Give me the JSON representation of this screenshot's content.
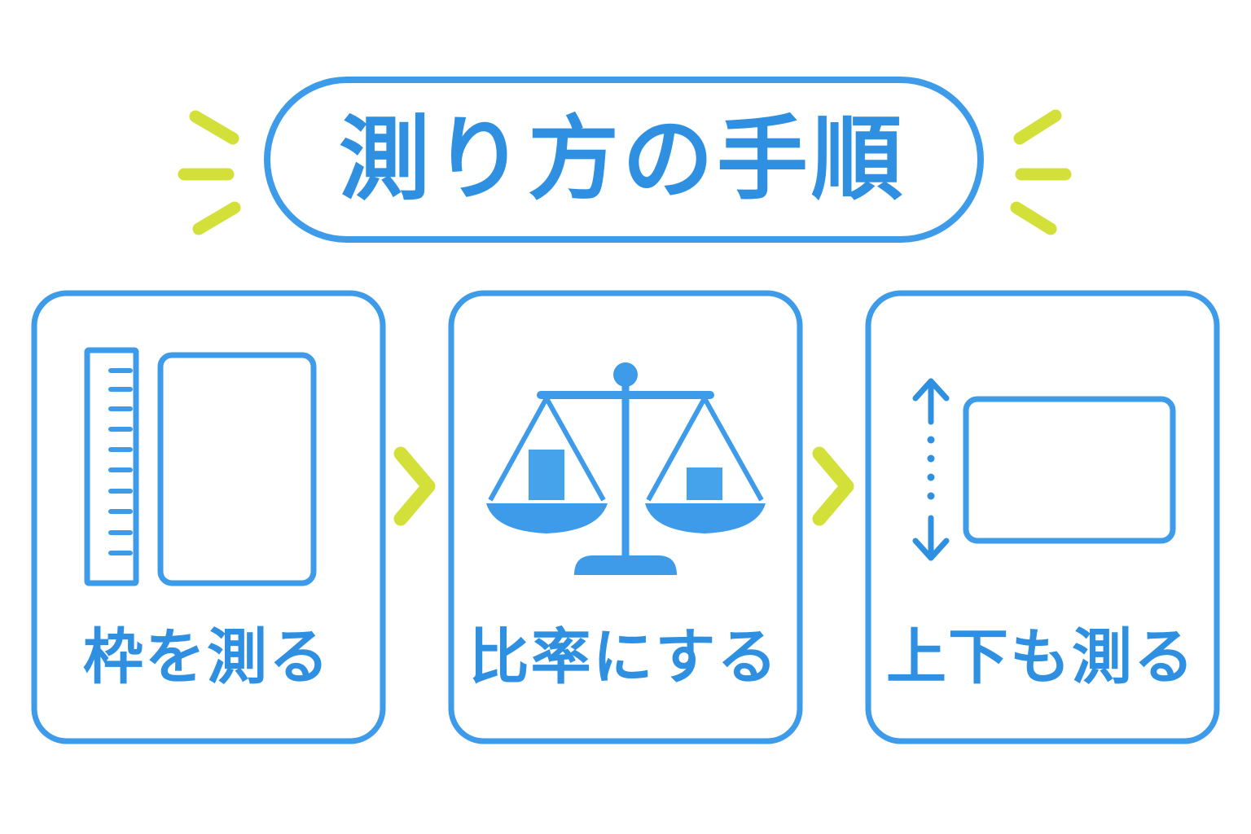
{
  "title": "測り方の手順",
  "colors": {
    "primary": "#3d9be9",
    "text": "#2f8fe0",
    "fill": "#44a3ea",
    "accent": "#d4e03a",
    "background": "#ffffff"
  },
  "steps": [
    {
      "label": "枠を測る",
      "icon": "ruler-and-frame-icon"
    },
    {
      "label": "比率にする",
      "icon": "balance-scale-icon"
    },
    {
      "label": "上下も測る",
      "icon": "vertical-measure-icon"
    }
  ],
  "connectors": [
    "chevron-right-icon",
    "chevron-right-icon"
  ],
  "decorations": [
    "sparkle-left-icon",
    "sparkle-right-icon"
  ]
}
